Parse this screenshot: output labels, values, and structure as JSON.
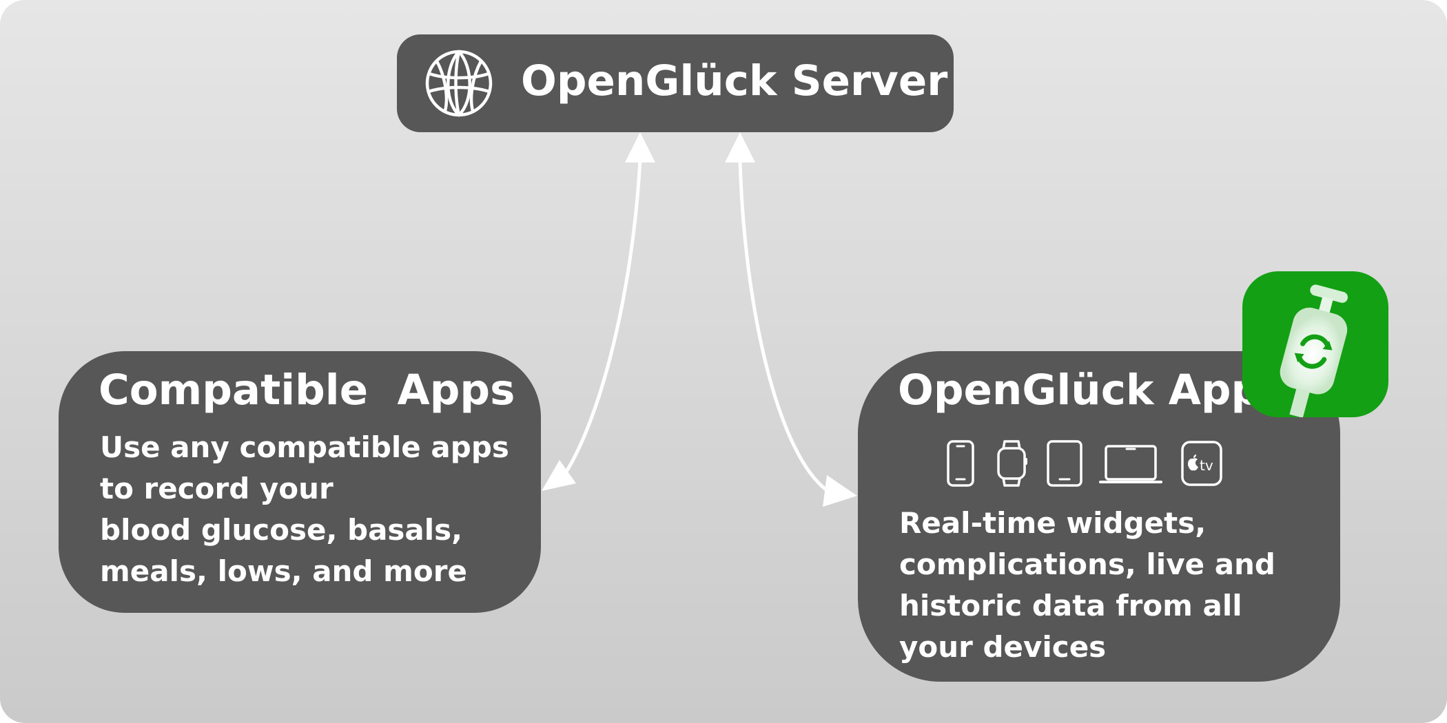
{
  "server": {
    "title": "OpenGlück Server",
    "icon": "globe-icon"
  },
  "compatible_apps": {
    "title": "Compatible  Apps",
    "body_lines": [
      "Use any compatible apps",
      "to record your",
      "blood glucose, basals,",
      "meals, lows, and more"
    ]
  },
  "openglueck_app": {
    "title": "OpenGlück App",
    "devices": [
      "iphone-icon",
      "apple-watch-icon",
      "ipad-icon",
      "macbook-icon",
      "apple-tv-icon"
    ],
    "tv_label": "tv",
    "body_lines": [
      "Real-time widgets,",
      "complications, live and",
      "historic data from all",
      "your devices"
    ],
    "icon": "openglueck-app-icon",
    "icon_color": "#14a014"
  },
  "colors": {
    "box": "#575757",
    "text": "#ffffff",
    "arrow": "#ffffff"
  }
}
